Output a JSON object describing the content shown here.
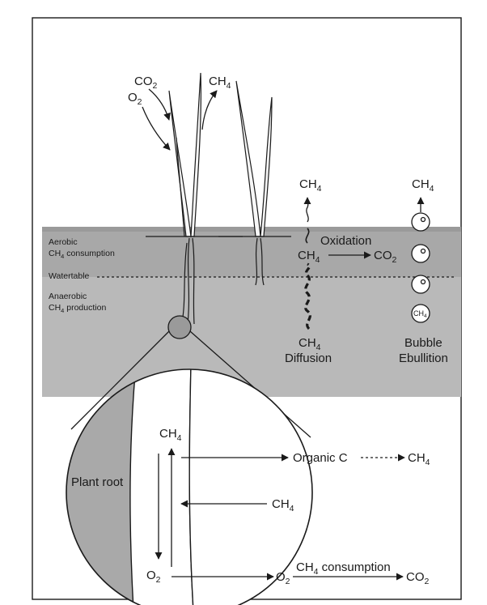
{
  "gases": {
    "co2": "CO",
    "co2_sub": "2",
    "o2": "O",
    "o2_sub": "2",
    "ch4": "CH",
    "ch4_sub": "4"
  },
  "layers": {
    "aerobic_line1": "Aerobic",
    "aerobic_line2": "CH",
    "aerobic_line2_sub": "4",
    "aerobic_line2_tail": " consumption",
    "watertable": "Watertable",
    "anaerobic_line1": "Anaerobic",
    "anaerobic_line2": "CH",
    "anaerobic_line2_sub": "4",
    "anaerobic_line2_tail": " production"
  },
  "pathways": {
    "oxidation": "Oxidation",
    "diffusion": "Diffusion",
    "bubble": "Bubble",
    "ebullition": "Ebullition"
  },
  "inset": {
    "plant_root": "Plant root",
    "organic_c": "Organic C",
    "ch4_consumption_tail": " consumption"
  },
  "colors": {
    "soil_gray": "#b9b9b9",
    "aerobic_band": "#a8a8a8",
    "root_gray": "#a9a9a9",
    "line": "#1a1a1a"
  }
}
